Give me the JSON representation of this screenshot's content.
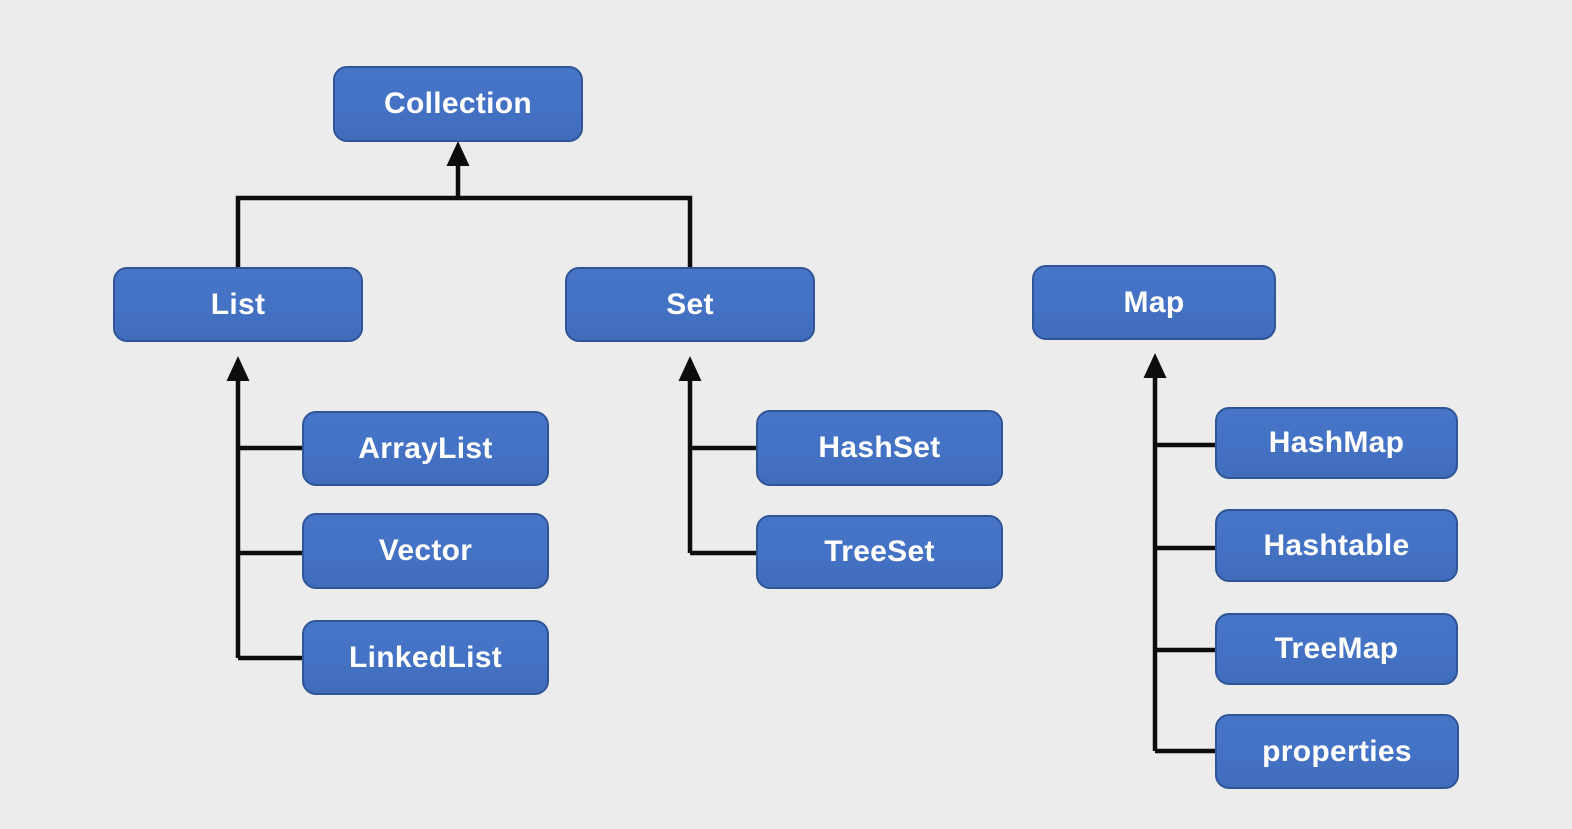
{
  "diagram": {
    "kind": "hierarchy",
    "background_color": "#ECECEC",
    "node_fill_color": "#4472C4",
    "node_border_color": "#2F5597",
    "node_text_color": "#FFFFFF",
    "connector_color": "#0D0D0D",
    "nodes": {
      "collection": "Collection",
      "list": "List",
      "set": "Set",
      "map": "Map",
      "arraylist": "ArrayList",
      "vector": "Vector",
      "linkedlist": "LinkedList",
      "hashset": "HashSet",
      "treeset": "TreeSet",
      "hashmap": "HashMap",
      "hashtable": "Hashtable",
      "treemap": "TreeMap",
      "properties": "properties"
    },
    "edges": [
      {
        "child": "List",
        "parent": "Collection",
        "style": "arrow-up"
      },
      {
        "child": "Set",
        "parent": "Collection",
        "style": "arrow-up"
      },
      {
        "child": "ArrayList",
        "parent": "List",
        "style": "arrow-up"
      },
      {
        "child": "Vector",
        "parent": "List",
        "style": "arrow-up"
      },
      {
        "child": "LinkedList",
        "parent": "List",
        "style": "arrow-up"
      },
      {
        "child": "HashSet",
        "parent": "Set",
        "style": "arrow-up"
      },
      {
        "child": "TreeSet",
        "parent": "Set",
        "style": "arrow-up"
      },
      {
        "child": "HashMap",
        "parent": "Map",
        "style": "arrow-up"
      },
      {
        "child": "Hashtable",
        "parent": "Map",
        "style": "arrow-up"
      },
      {
        "child": "TreeMap",
        "parent": "Map",
        "style": "arrow-up"
      },
      {
        "child": "properties",
        "parent": "Map",
        "style": "arrow-up"
      }
    ]
  }
}
